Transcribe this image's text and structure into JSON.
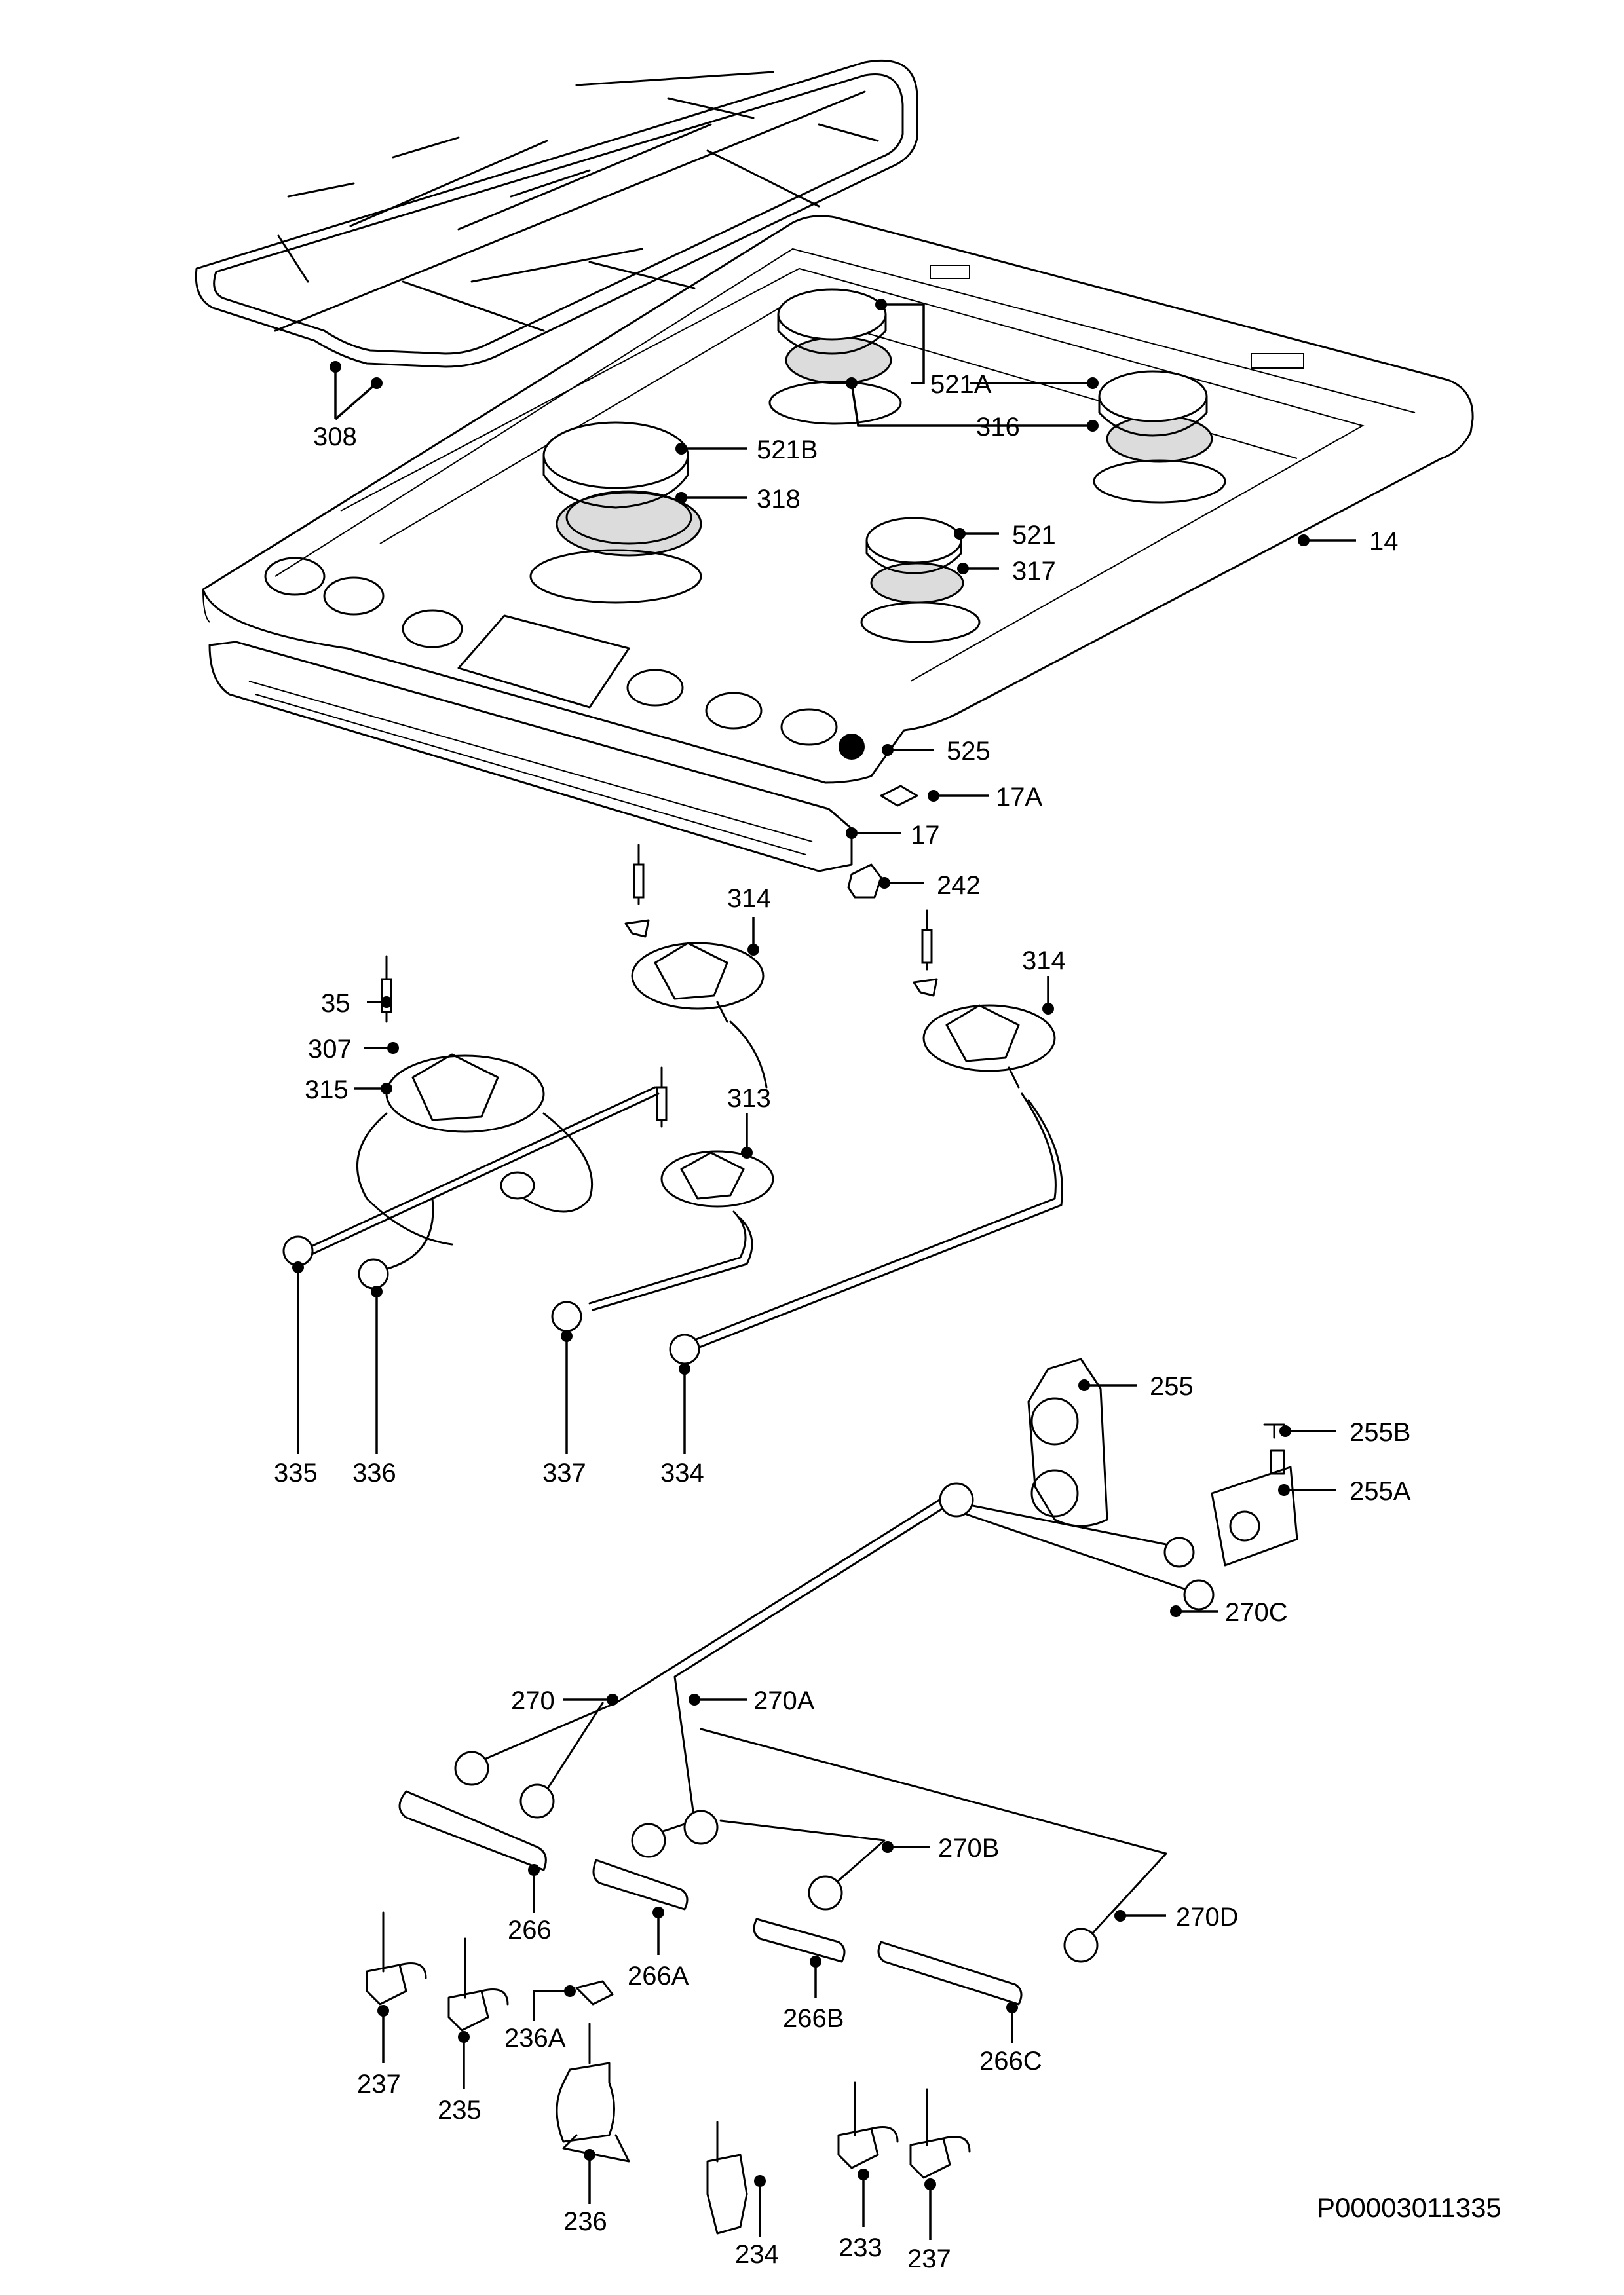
{
  "diagram": {
    "code": "P00003011335",
    "labels": {
      "l308": "308",
      "l521A": "521A",
      "l316": "316",
      "l521B": "521B",
      "l318": "318",
      "l521": "521",
      "l317": "317",
      "l14": "14",
      "l525": "525",
      "l17A": "17A",
      "l17": "17",
      "l242": "242",
      "l314a": "314",
      "l314b": "314",
      "l35": "35",
      "l307": "307",
      "l315": "315",
      "l313": "313",
      "l335": "335",
      "l336": "336",
      "l337": "337",
      "l334": "334",
      "l255": "255",
      "l255B": "255B",
      "l255A": "255A",
      "l270C": "270C",
      "l270": "270",
      "l270A": "270A",
      "l270B": "270B",
      "l270D": "270D",
      "l266": "266",
      "l266A": "266A",
      "l266B": "266B",
      "l266C": "266C",
      "l236A": "236A",
      "l237a": "237",
      "l235": "235",
      "l236": "236",
      "l234": "234",
      "l233": "233",
      "l237b": "237"
    }
  }
}
